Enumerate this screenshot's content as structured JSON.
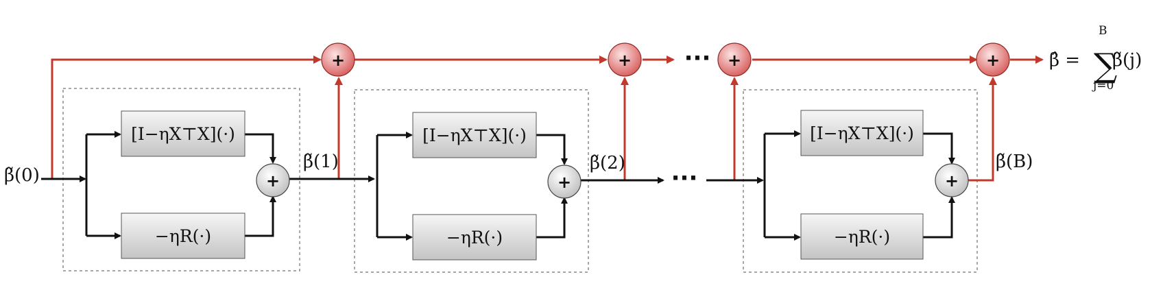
{
  "colors": {
    "black": "#111111",
    "red": "#c0392b",
    "box_top": "#f4f4f4",
    "box_bottom": "#c9c9c9",
    "node_red": "#e06b6b",
    "node_gray": "#d9d9d9",
    "dashed": "#8a8a8a"
  },
  "blocks": [
    {
      "top_label": "[I−ηX⊤X](·)",
      "bottom_label": "−ηR(·)",
      "sum": "+"
    },
    {
      "top_label": "[I−ηX⊤X](·)",
      "bottom_label": "−ηR(·)",
      "sum": "+"
    },
    {
      "top_label": "[I−ηX⊤X](·)",
      "bottom_label": "−ηR(·)",
      "sum": "+"
    }
  ],
  "signals": {
    "input": "β̃(0)",
    "s1": "β̃(1)",
    "s2": "β̃(2)",
    "sB": "β̃(B)"
  },
  "accumulators": [
    "+",
    "+",
    "+",
    "+"
  ],
  "ellipsis_top": "···",
  "ellipsis_mid": "···",
  "output": {
    "lhs": "β̂ =",
    "sum_symbol": "∑",
    "upper": "B",
    "lower": "j=0",
    "term": "β̃(j)"
  }
}
